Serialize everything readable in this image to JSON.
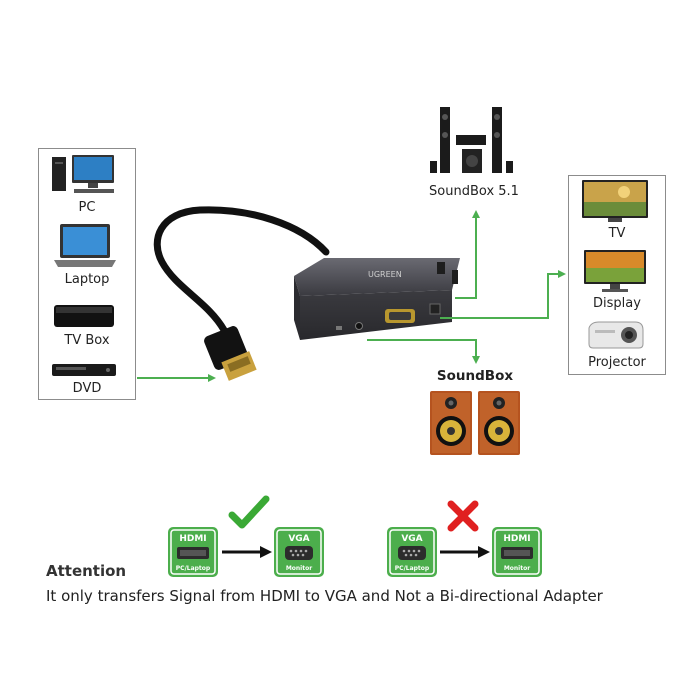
{
  "sources": {
    "items": [
      {
        "label": "PC",
        "icon": "pc-icon"
      },
      {
        "label": "Laptop",
        "icon": "laptop-icon"
      },
      {
        "label": "TV Box",
        "icon": "tv-box-icon"
      },
      {
        "label": "DVD",
        "icon": "dvd-player-icon"
      }
    ]
  },
  "outputs": {
    "items": [
      {
        "label": "TV",
        "icon": "tv-icon"
      },
      {
        "label": "Display",
        "icon": "display-icon"
      },
      {
        "label": "Projector",
        "icon": "projector-icon"
      }
    ]
  },
  "audio": {
    "soundbox51": "SoundBox 5.1",
    "soundbox": "SoundBox"
  },
  "adapter": {
    "brand": "UGREEN"
  },
  "attention": {
    "title": "Attention",
    "text": "It only transfers Signal from HDMI to VGA and Not a Bi-directional Adapter",
    "supported": {
      "status_icon": "check-icon",
      "from": {
        "label": "HDMI",
        "sub": "PC/Laptop"
      },
      "to": {
        "label": "VGA",
        "sub": "Monitor"
      }
    },
    "unsupported": {
      "status_icon": "cross-icon",
      "from": {
        "label": "VGA",
        "sub": "PC/Laptop"
      },
      "to": {
        "label": "HDMI",
        "sub": "Monitor"
      }
    }
  },
  "colors": {
    "arrow_green": "#4caf50",
    "tile_green": "#4cae4c",
    "check_green": "#3aa935",
    "cross_red": "#e02020"
  }
}
